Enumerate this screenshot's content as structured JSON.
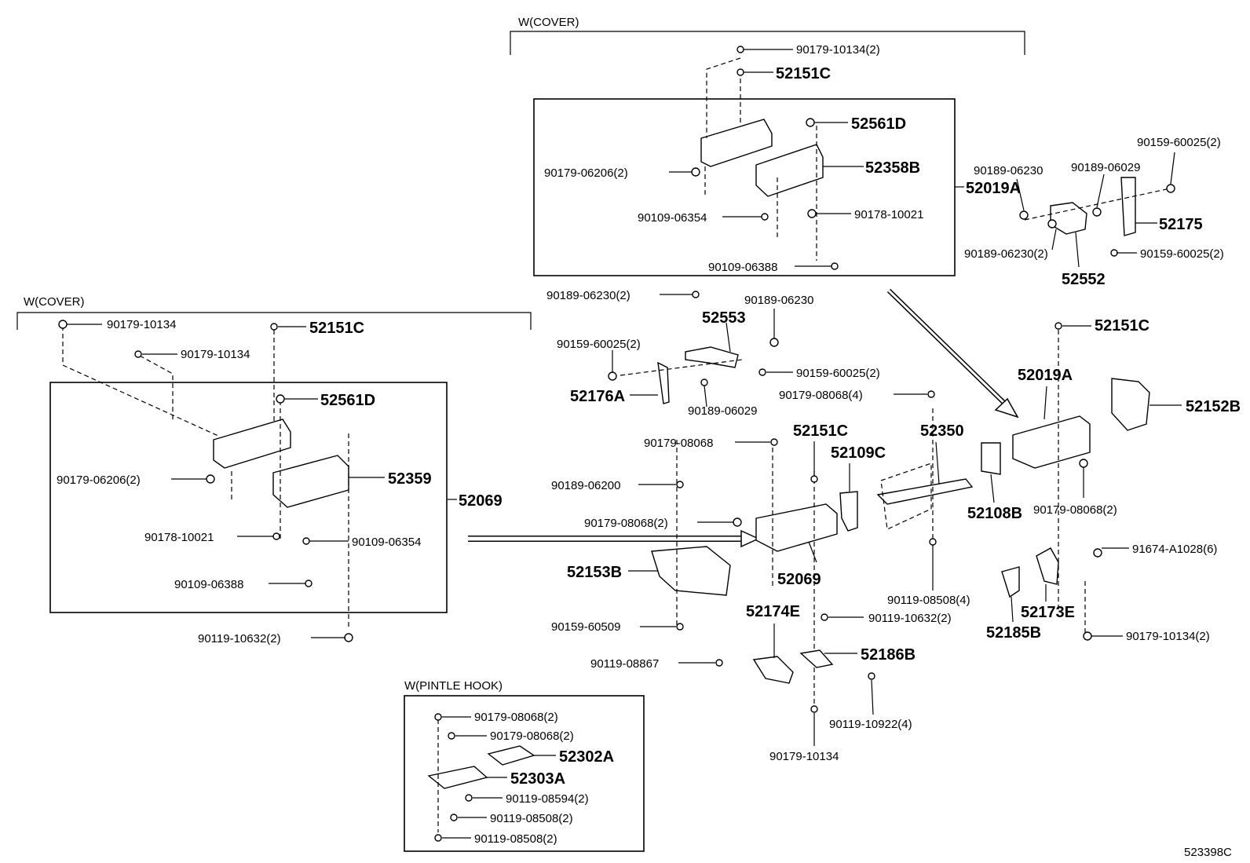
{
  "sections": {
    "top_cover": "W(COVER)",
    "left_cover": "W(COVER)",
    "pintle_hook": "W(PINTLE HOOK)"
  },
  "labels": {
    "t1": "90179-10134(2)",
    "t2": "52151C",
    "t3": "52561D",
    "t4": "52358B",
    "t5": "52019A",
    "t6": "90179-06206(2)",
    "t7": "90109-06354",
    "t8": "90178-10021",
    "t9": "90109-06388",
    "r1": "90159-60025(2)",
    "r2": "90189-06230",
    "r3": "90189-06029",
    "r4": "52175",
    "r5": "90189-06230(2)",
    "r6": "90159-60025(2)",
    "r7": "52552",
    "l1": "90179-10134",
    "l2": "52151C",
    "l3": "90179-10134",
    "l4": "52561D",
    "l5": "52359",
    "l6": "52069",
    "l7": "90179-06206(2)",
    "l8": "90178-10021",
    "l9": "90109-06354",
    "l10": "90109-06388",
    "l11": "90119-10632(2)",
    "m1": "90189-06230(2)",
    "m2": "90189-06230",
    "m3": "52553",
    "m4": "90159-60025(2)",
    "m5": "90159-60025(2)",
    "m6": "52176A",
    "m7": "90179-08068(4)",
    "m8": "90189-06029",
    "m9": "52151C",
    "m10": "52350",
    "m11": "52109C",
    "m12": "90179-08068",
    "m13": "90189-06200",
    "m14": "90179-08068(2)",
    "m15": "52153B",
    "m16": "52069",
    "m17": "90119-08508(4)",
    "m18": "52174E",
    "m19": "90119-10632(2)",
    "m20": "90159-60509",
    "m21": "52186B",
    "m22": "90119-08867",
    "m23": "90119-10922(4)",
    "m24": "90179-10134",
    "q1": "52151C",
    "q2": "52019A",
    "q3": "52152B",
    "q4": "52108B",
    "q5": "90179-08068(2)",
    "q6": "91674-A1028(6)",
    "q7": "52173E",
    "q8": "52185B",
    "q9": "90179-10134(2)",
    "p1": "90179-08068(2)",
    "p2": "90179-08068(2)",
    "p3": "52302A",
    "p4": "52303A",
    "p5": "90119-08594(2)",
    "p6": "90119-08508(2)",
    "p7": "90119-08508(2)"
  },
  "reference": "523398C"
}
